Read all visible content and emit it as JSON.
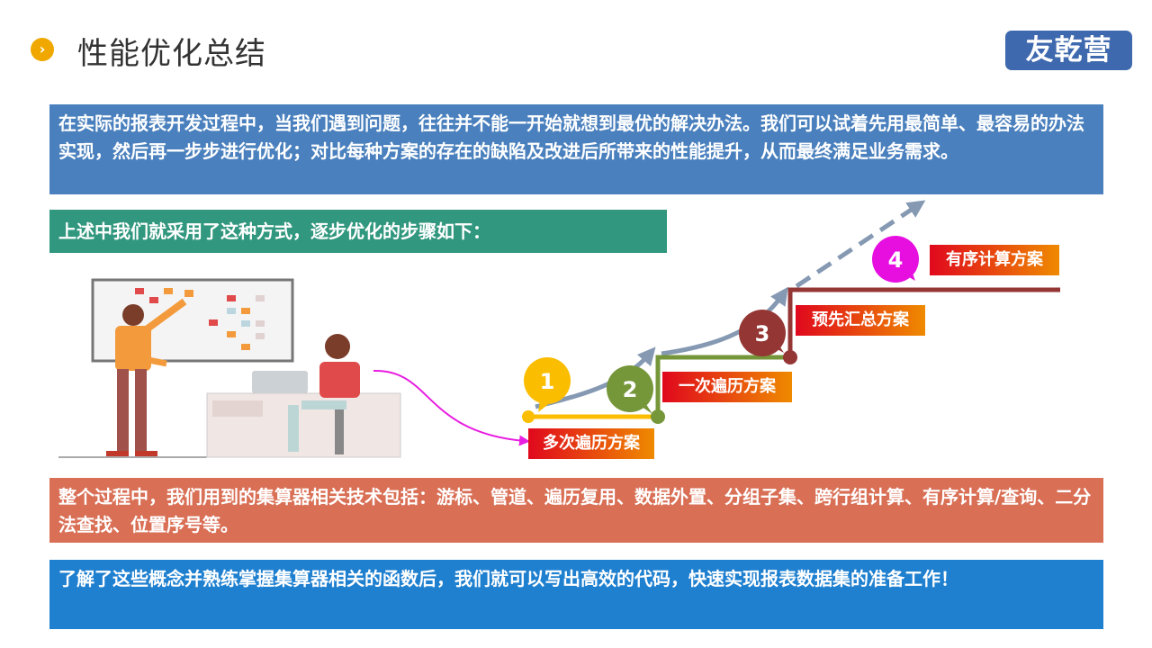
{
  "header": {
    "title": "性能优化总结",
    "bullet_icon": "chevron-right-icon",
    "logo": "友乾营"
  },
  "intro": "在实际的报表开发过程中，当我们遇到问题，往往并不能一开始就想到最优的解决办法。我们可以试着先用最简单、最容易的办法实现，然后再一步步进行优化；对比每种方案的存在的缺陷及改进后所带来的性能提升，从而最终满足业务需求。",
  "steps_heading": "上述中我们就采用了这种方式，逐步优化的步骤如下：",
  "steps": [
    {
      "num": "1",
      "label": "多次遍历方案",
      "color": "#fbbd00"
    },
    {
      "num": "2",
      "label": "一次遍历方案",
      "color": "#76963a"
    },
    {
      "num": "3",
      "label": "预先汇总方案",
      "color": "#943634"
    },
    {
      "num": "4",
      "label": "有序计算方案",
      "color": "#e60fe0"
    }
  ],
  "techniques": "整个过程中，我们用到的集算器相关技术包括：游标、管道、遍历复用、数据外置、分组子集、跨行组计算、有序计算/查询、二分法查找、位置序号等。",
  "conclusion": "了解了这些概念并熟练掌握集算器相关的函数后，我们就可以写出高效的代码，快速实现报表数据集的准备工作！"
}
